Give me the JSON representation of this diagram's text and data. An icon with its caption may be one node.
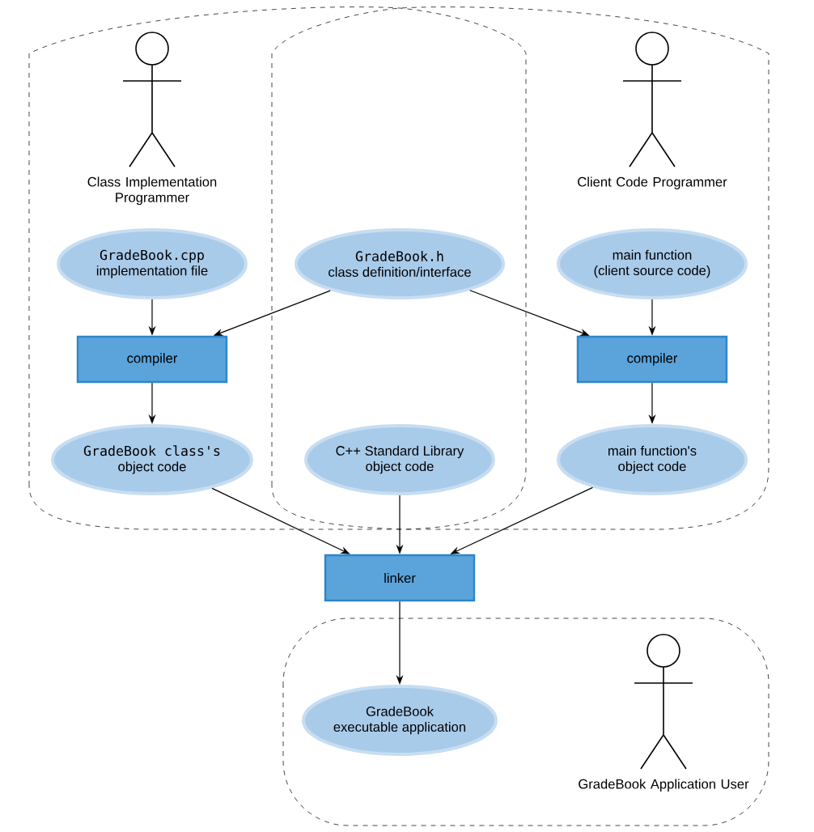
{
  "diagram": {
    "nodes": [
      {
        "text": [
          "Class Implementation Programmer"
        ]
      },
      {
        "text": [
          "Client Code Programmer"
        ]
      },
      {
        "text": [
          "GradeBook.cpp",
          "implementation file"
        ]
      },
      {
        "text": [
          "GradeBook.h",
          "class definition/interface"
        ]
      },
      {
        "text": [
          "main function",
          "(client source code)"
        ]
      },
      {
        "text": [
          "compiler"
        ]
      },
      {
        "text": [
          "compiler"
        ]
      },
      {
        "text": [
          "GradeBook class's",
          "object code"
        ]
      },
      {
        "text": [
          "C++ Standard Library",
          "object code"
        ]
      },
      {
        "text": [
          "main function's",
          "object code"
        ]
      },
      {
        "text": [
          "linker"
        ]
      },
      {
        "text": [
          "GradeBook",
          "executable application"
        ]
      },
      {
        "text": [
          "GradeBook Application User"
        ]
      }
    ],
    "edges": [
      {
        "from": 2,
        "to": 5,
        "arrow": "to"
      },
      {
        "from": 3,
        "to": 5,
        "arrow": "to"
      },
      {
        "from": 3,
        "to": 6,
        "arrow": "to"
      },
      {
        "from": 4,
        "to": 6,
        "arrow": "to"
      },
      {
        "from": 5,
        "to": 7,
        "arrow": "to"
      },
      {
        "from": 6,
        "to": 9,
        "arrow": "to"
      },
      {
        "from": 7,
        "to": 10,
        "arrow": "to"
      },
      {
        "from": 8,
        "to": 10,
        "arrow": "to"
      },
      {
        "from": 9,
        "to": 10,
        "arrow": "to"
      },
      {
        "from": 10,
        "to": 11,
        "arrow": "to"
      }
    ]
  }
}
